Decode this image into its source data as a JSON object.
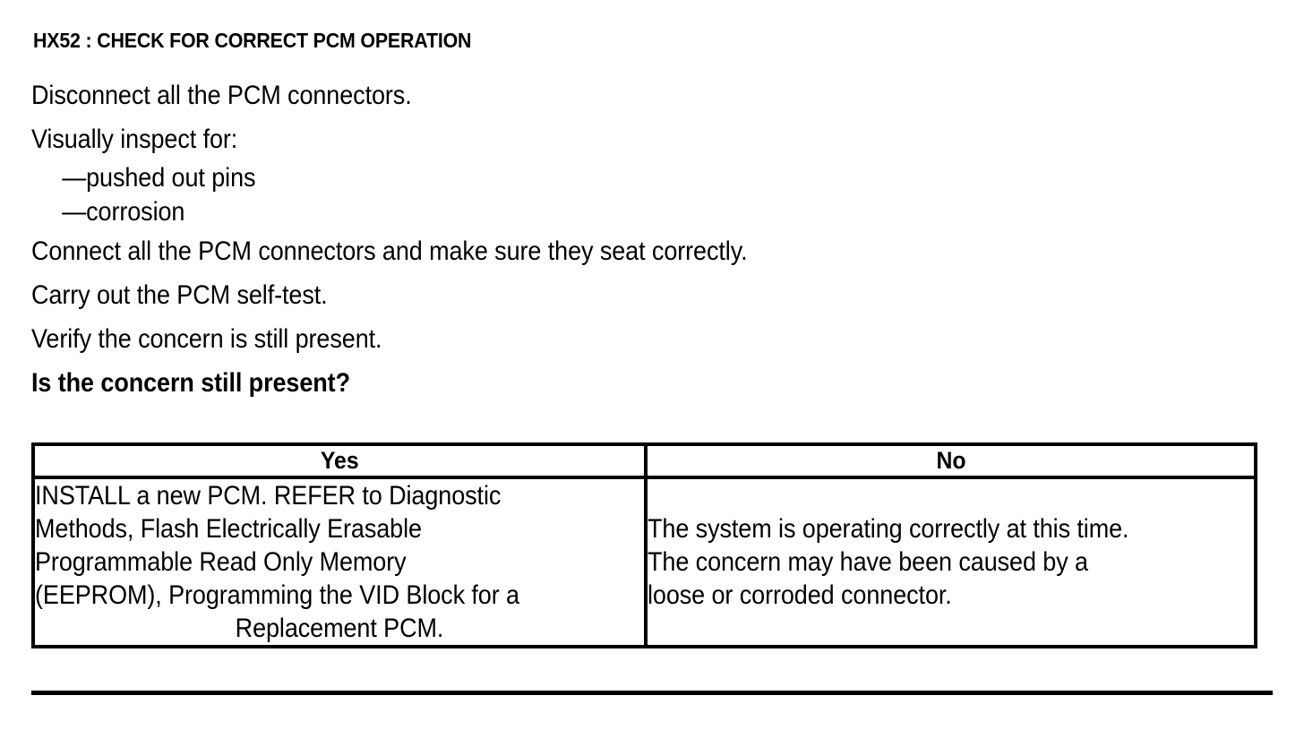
{
  "document": {
    "heading": "HX52 : CHECK FOR CORRECT PCM OPERATION",
    "steps": [
      {
        "text": "Disconnect all the PCM connectors.",
        "bold": false
      },
      {
        "text": "Visually inspect for:",
        "bold": false
      }
    ],
    "sub_items": [
      "—pushed out pins",
      "—corrosion"
    ],
    "steps_after": [
      {
        "text": "Connect all the PCM connectors and make sure they seat correctly.",
        "bold": false
      },
      {
        "text": "Carry out the PCM self-test.",
        "bold": false
      },
      {
        "text": "Verify the concern is still present.",
        "bold": false
      },
      {
        "text": "Is the concern still present?",
        "bold": true
      }
    ],
    "question": "Is the concern still present?"
  },
  "table": {
    "headers": {
      "yes": "Yes",
      "no": "No"
    },
    "yes_cell": {
      "lines": [
        "INSTALL a new PCM. REFER to Diagnostic",
        "Methods, Flash Electrically Erasable",
        "Programmable Read Only Memory",
        "(EEPROM), Programming the VID Block for a",
        "Replacement PCM."
      ],
      "full_text": "INSTALL a new PCM. REFER to Diagnostic Methods, Flash Electrically Erasable Programmable Read Only Memory (EEPROM), Programming the VID Block for a Replacement PCM."
    },
    "no_cell": {
      "lines": [
        "The system is operating correctly at this time.",
        "The concern may have been caused by a",
        "loose or corroded connector."
      ],
      "full_text": "The system is operating correctly at this time. The concern may have been caused by a loose or corroded connector."
    }
  },
  "colors": {
    "text": "#000000",
    "background": "#ffffff",
    "border": "#000000"
  }
}
